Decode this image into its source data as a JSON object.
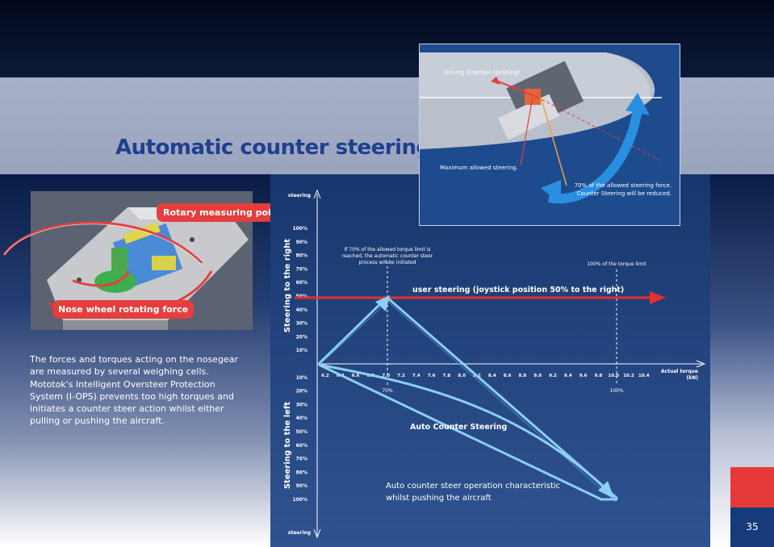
{
  "title": "Automatic counter steering",
  "photo": {
    "callout_top": "Rotary measuring point",
    "callout_bottom": "Nose wheel rotating force"
  },
  "body_text": "The forces and torques acting on the nosegear are measured by several weighing cells. Mototok's Intelligent Oversteer Protection System (I-OPS) prevents too high torques and initiates a counter steer action whilst either pulling or pushing the aircraft.",
  "inset": {
    "driving_direction": "Driving Direction (pushing)",
    "max_steering": "Maximum allowed steering.",
    "reduced_line1": "70% of the allowed steering force.",
    "reduced_line2": "Counter Steering will be reduced."
  },
  "chart": {
    "y_top_label": "steering",
    "y_bottom_label": "steering",
    "y_right_axis": "Steering to the right",
    "y_left_axis": "Steering to the left",
    "x_label_line1": "Actual torque",
    "x_label_line2": "(kN)",
    "annot_70_line1": "If 70% of the allowed torque limit is",
    "annot_70_line2": "reached, the automatic counter steer",
    "annot_70_line3": "process will be initiated",
    "annot_100": "100% of the torque limit",
    "user_steering": "user steering (joystick position 50% to the right)",
    "auto_counter": "Auto Counter Steering",
    "pushing_line1": "Auto counter steer operation characteristic",
    "pushing_line2": "whilst pushing the aircraft",
    "marker_70": "70%",
    "marker_100": "100%",
    "pos_ticks": [
      "100%",
      "90%",
      "80%",
      "70%",
      "60%",
      "50%",
      "40%",
      "30%",
      "20%",
      "10%"
    ],
    "neg_ticks": [
      "10%",
      "20%",
      "30%",
      "40%",
      "50%",
      "60%",
      "70%",
      "80%",
      "90%",
      "100%"
    ],
    "x_ticks": [
      "6.2",
      "6.4",
      "6.6",
      "6.8",
      "7.0",
      "7.2",
      "7.4",
      "7.6",
      "7.8",
      "8.0",
      "8.2",
      "8.4",
      "8.6",
      "8.8",
      "9.0",
      "9.2",
      "9.4",
      "9.6",
      "9.8",
      "10.0",
      "10.2",
      "10.4"
    ]
  },
  "page_number": "35",
  "colors": {
    "accent_red": "#e63d3d",
    "title_blue": "#1f3f8f",
    "arrow_blue": "#8ccff2"
  }
}
